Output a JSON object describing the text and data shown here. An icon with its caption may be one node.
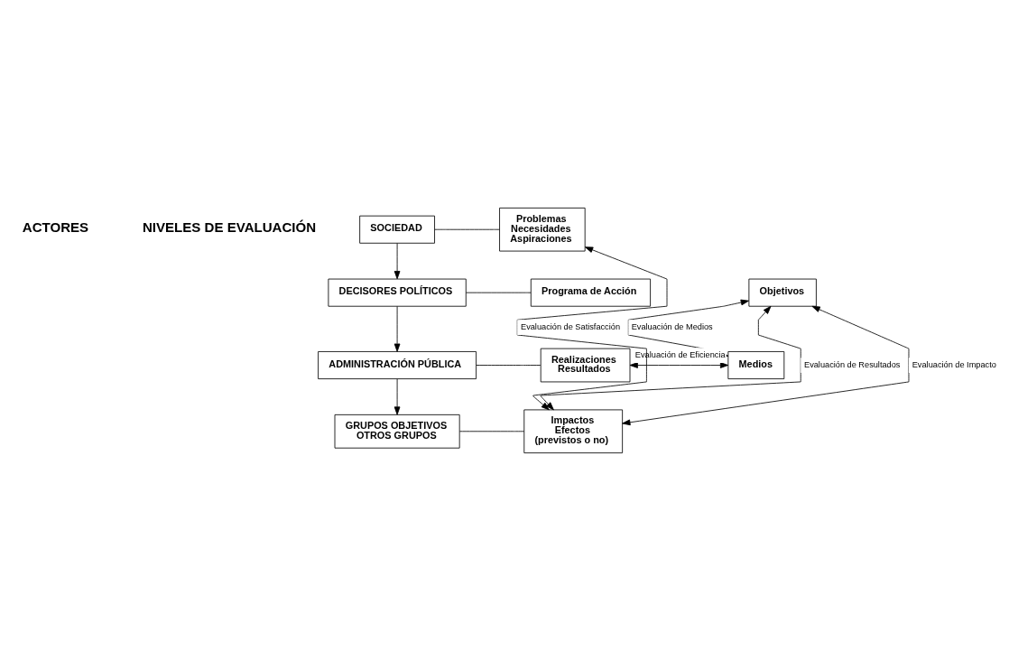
{
  "diagram": {
    "nodes": [
      {
        "text": [
          "SOCIEDAD"
        ]
      },
      {
        "text": [
          "Problemas",
          "Necesidades",
          "Aspiraciones"
        ]
      },
      {
        "text": [
          "DECISORES POLÍTICOS"
        ]
      },
      {
        "text": [
          "Programa de Acción"
        ]
      },
      {
        "text": [
          "Objetivos"
        ]
      },
      {
        "text": [
          "Medios"
        ]
      },
      {
        "text": [
          "ADMINISTRACIÓN PÚBLICA"
        ]
      },
      {
        "text": [
          "Realizaciones",
          "Resultados"
        ]
      },
      {
        "text": [
          "GRUPOS OBJETIVOS",
          "OTROS GRUPOS"
        ]
      },
      {
        "text": [
          "Impactos",
          "Efectos",
          "(previstos o no)"
        ]
      }
    ],
    "edges": [
      {
        "from": 0,
        "to": 1,
        "arrow": "none"
      },
      {
        "from": 0,
        "to": 2,
        "arrow": "to"
      },
      {
        "from": 2,
        "to": 3,
        "arrow": "none"
      },
      {
        "from": 2,
        "to": 6,
        "arrow": "to"
      },
      {
        "from": 6,
        "to": 7,
        "arrow": "none"
      },
      {
        "from": 6,
        "to": 8,
        "arrow": "to"
      },
      {
        "from": 8,
        "to": 9,
        "arrow": "none"
      },
      {
        "from": 5,
        "to": 4,
        "arrow": "both",
        "label": "Evaluación de Medios"
      },
      {
        "from": 7,
        "to": 5,
        "arrow": "both",
        "label": "Evaluación de Eficiencia"
      },
      {
        "from": 9,
        "to": 4,
        "arrow": "both",
        "label": "Evaluación de Resultados"
      },
      {
        "from": 9,
        "to": 4,
        "arrow": "both",
        "label": "Evaluación de Impacto"
      },
      {
        "from": 9,
        "to": 1,
        "arrow": "both",
        "label": "Evaluación de Satisfacción"
      }
    ],
    "labels": [
      "ACTORES",
      "NIVELES DE EVALUACIÓN"
    ]
  }
}
